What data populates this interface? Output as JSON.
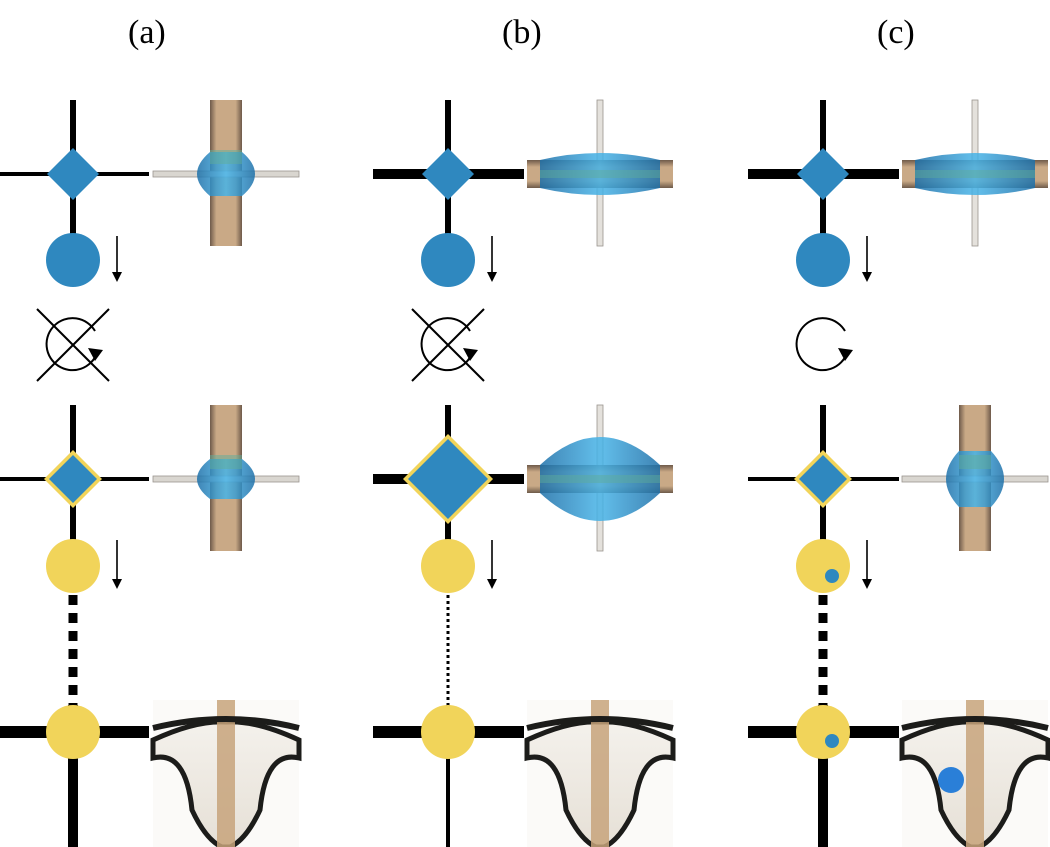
{
  "panels": [
    {
      "label": "(a)",
      "rotation": "blocked"
    },
    {
      "label": "(b)",
      "rotation": "blocked"
    },
    {
      "label": "(c)",
      "rotation": "allowed"
    }
  ],
  "colors": {
    "blue": "#2f88bf",
    "yellow": "#f1d45a",
    "line": "#000000",
    "photo_tan": "#b89a7a",
    "photo_blue": "#3aa8e0"
  },
  "icons": {
    "rotation": "rotation-arrow-icon",
    "blocked": "crossed-out-icon",
    "flow": "down-arrow-icon"
  }
}
